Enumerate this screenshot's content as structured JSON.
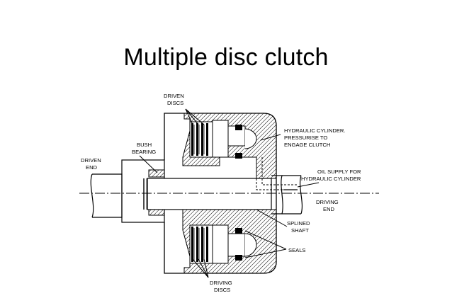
{
  "title": "Multiple disc clutch",
  "labels": {
    "driven_discs": [
      "DRIVEN",
      "DISCS"
    ],
    "bush_bearing": [
      "BUSH",
      "BEARING"
    ],
    "driven_end": [
      "DRIVEN",
      "END"
    ],
    "hydraulic_cylinder": [
      "HYDRAULIC CYLINDER.",
      "PRESSURISE TO",
      "ENGAGE CLUTCH"
    ],
    "oil_supply": [
      "OIL SUPPLY FOR",
      "HYDRAULIC CYLINDER"
    ],
    "driving_end": [
      "DRIVING",
      "END"
    ],
    "splined_shaft": [
      "SPLINED",
      "SHAFT"
    ],
    "seals": [
      "SEALS"
    ],
    "driving_discs": [
      "DRIVING",
      "DISCS"
    ]
  },
  "colors": {
    "ink": "#000000",
    "background": "#ffffff"
  }
}
